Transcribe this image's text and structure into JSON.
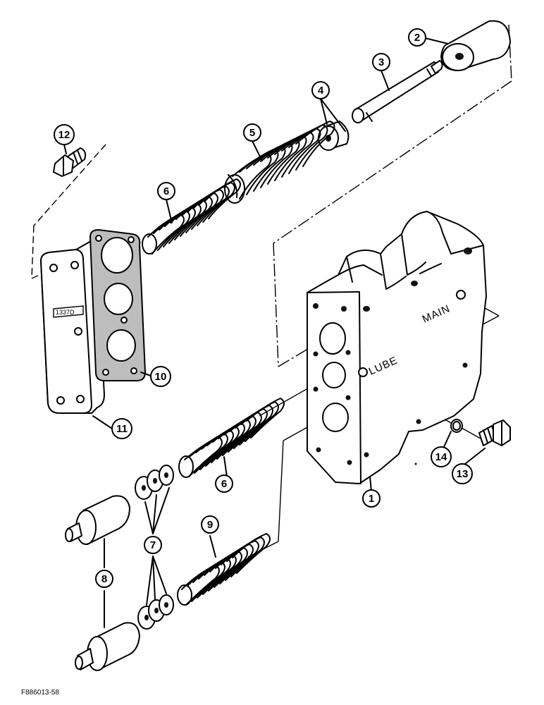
{
  "callouts": [
    "1",
    "2",
    "3",
    "4",
    "5",
    "6",
    "7",
    "8",
    "9",
    "10",
    "11",
    "12",
    "13",
    "14"
  ],
  "ports": {
    "main": "MAIN",
    "lube": "LUBE"
  },
  "figure_code": "F886013-58"
}
